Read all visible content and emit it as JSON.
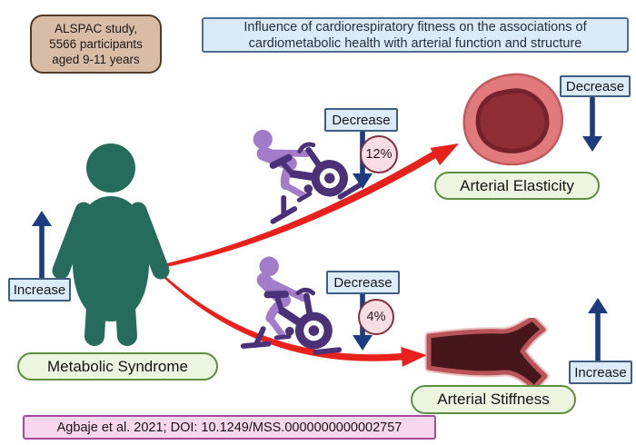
{
  "study_box": {
    "line1": "ALSPAC study,",
    "line2": "5566 participants",
    "line3": "aged 9-11 years"
  },
  "title_banner": {
    "text": "Influence of cardiorespiratory fitness on the associations of cardiometabolic health with arterial function and structure"
  },
  "exposure": {
    "label": "Metabolic Syndrome",
    "effect": "Increase"
  },
  "pathway_top": {
    "fitness_effect": "Decrease",
    "percent": "12%",
    "outcome": "Arterial Elasticity",
    "outcome_effect": "Decrease"
  },
  "pathway_bottom": {
    "fitness_effect": "Decrease",
    "percent": "4%",
    "outcome": "Arterial Stiffness",
    "outcome_effect": "Increase"
  },
  "citation": {
    "text": "Agbaje et al. 2021; DOI: 10.1249/MSS.0000000000002757"
  },
  "icons": {
    "person": "obese-person-icon",
    "bike_top": "exercise-bike-icon",
    "bike_bottom": "exercise-bike-icon",
    "artery_cross_section": "artery-cross-section-icon",
    "artery_bifurcation": "artery-bifurcation-icon",
    "up_arrow": "up-arrow-icon",
    "down_arrow": "down-arrow-icon",
    "curved_arrow": "curved-red-arrow-icon"
  },
  "colors": {
    "person_teal": "#266c5c",
    "arrow_navy": "#1d3c80",
    "arrow_red": "#e8211c",
    "bike_purple_dark": "#4b3178",
    "bike_purple_light": "#a37cc9",
    "label_blue_bg": "#dcebf8",
    "label_blue_border": "#3f5e82",
    "pill_green_bg": "#ecf5df",
    "pill_green_border": "#5e8f41",
    "pct_pink_bg": "#f9dde4",
    "pct_pink_border": "#82303f",
    "study_tan_bg": "#d9bca6",
    "study_tan_border": "#4e3b2a",
    "banner_blue_bg": "#daeaf8",
    "banner_blue_border": "#4c6f93",
    "citation_pink_bg": "#f8d7ec",
    "citation_pink_border": "#a44d96",
    "artery_outer": "#e17a7d",
    "artery_inner": "#8e2d34",
    "vessel_dark": "#45171a"
  }
}
